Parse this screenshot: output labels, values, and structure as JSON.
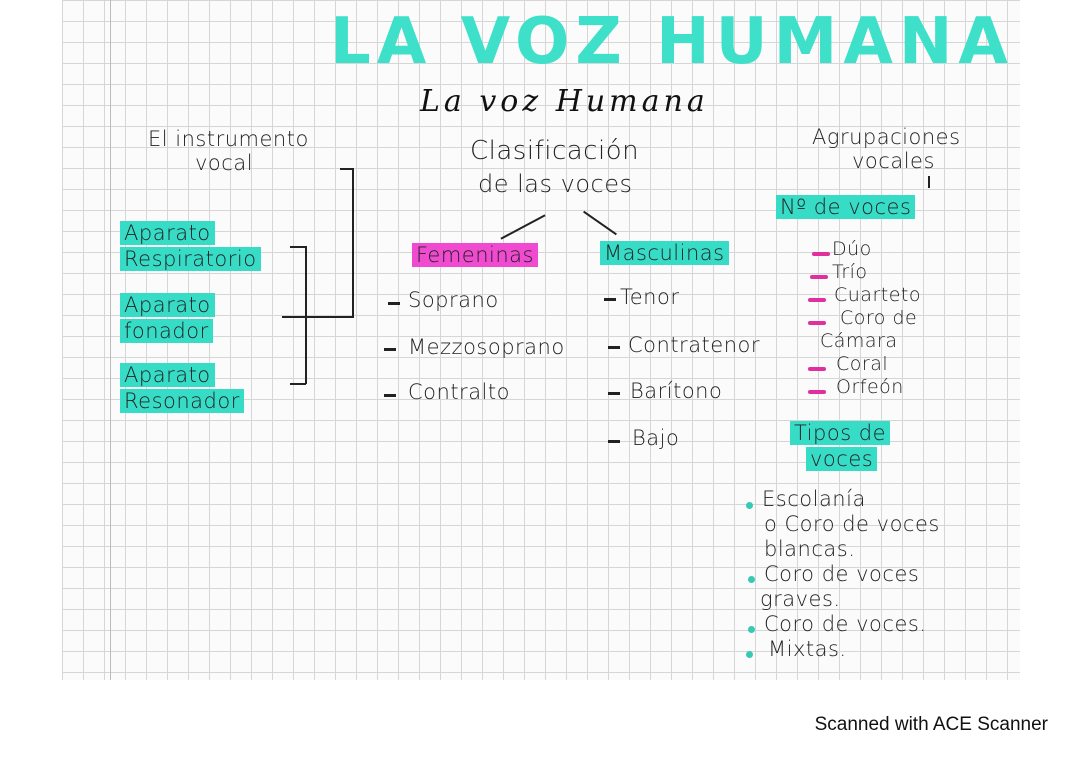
{
  "title": {
    "block": "LA VOZ HUMANA",
    "script": "La voz Humana"
  },
  "left": {
    "heading": [
      "El instrumento",
      "vocal"
    ],
    "items": [
      [
        "Aparato",
        "Respiratorio"
      ],
      [
        "Aparato",
        "fonador"
      ],
      [
        "Aparato",
        "Resonador"
      ]
    ]
  },
  "center": {
    "heading": [
      "Clasificación",
      "de las voces"
    ],
    "feminine": {
      "label": "Femeninas",
      "items": [
        "Soprano",
        "Mezzosoprano",
        "Contralto"
      ]
    },
    "masculine": {
      "label": "Masculinas",
      "items": [
        "Tenor",
        "Contratenor",
        "Barítono",
        "Bajo"
      ]
    }
  },
  "right": {
    "heading": [
      "Agrupaciones",
      "vocales"
    ],
    "count_label": "Nº de voces",
    "groups": [
      "Dúo",
      "Trío",
      "Cuarteto",
      "Coro de",
      "Cámara",
      "Coral",
      "Orfeón"
    ],
    "types_label": [
      "Tipos de",
      "voces"
    ],
    "types": [
      "Escolanía",
      "o Coro de voces",
      "blancas.",
      "Coro de voces",
      "graves.",
      "Coro de voces.",
      "Mixtas."
    ]
  },
  "footer": "Scanned with ACE Scanner",
  "colors": {
    "highlight_teal": "#37dcc6",
    "highlight_pink": "#f04bd0"
  }
}
